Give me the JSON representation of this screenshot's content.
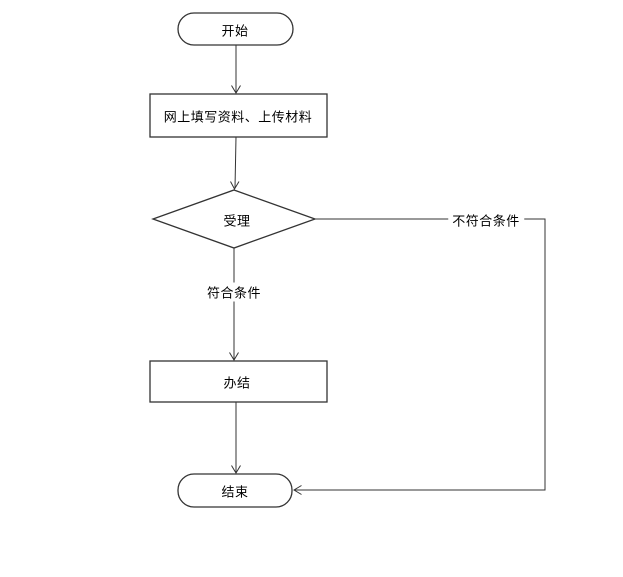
{
  "diagram": {
    "title": "online-application-flowchart",
    "background_color": "#ffffff",
    "stroke_color": "#333333",
    "text_color": "#000000",
    "nodes": {
      "start": {
        "type": "terminator",
        "label": "开始"
      },
      "fill_form": {
        "type": "process",
        "label": "网上填写资料、上传材料"
      },
      "accept": {
        "type": "decision",
        "label": "受理"
      },
      "complete": {
        "type": "process",
        "label": "办结"
      },
      "end": {
        "type": "terminator",
        "label": "结束"
      }
    },
    "edges": {
      "start_to_fill": {
        "from": "start",
        "to": "fill_form",
        "label": ""
      },
      "fill_to_accept": {
        "from": "fill_form",
        "to": "accept",
        "label": ""
      },
      "accept_yes": {
        "from": "accept",
        "to": "complete",
        "label": "符合条件"
      },
      "complete_to_end": {
        "from": "complete",
        "to": "end",
        "label": ""
      },
      "accept_no": {
        "from": "accept",
        "to": "end",
        "label": "不符合条件"
      }
    }
  }
}
